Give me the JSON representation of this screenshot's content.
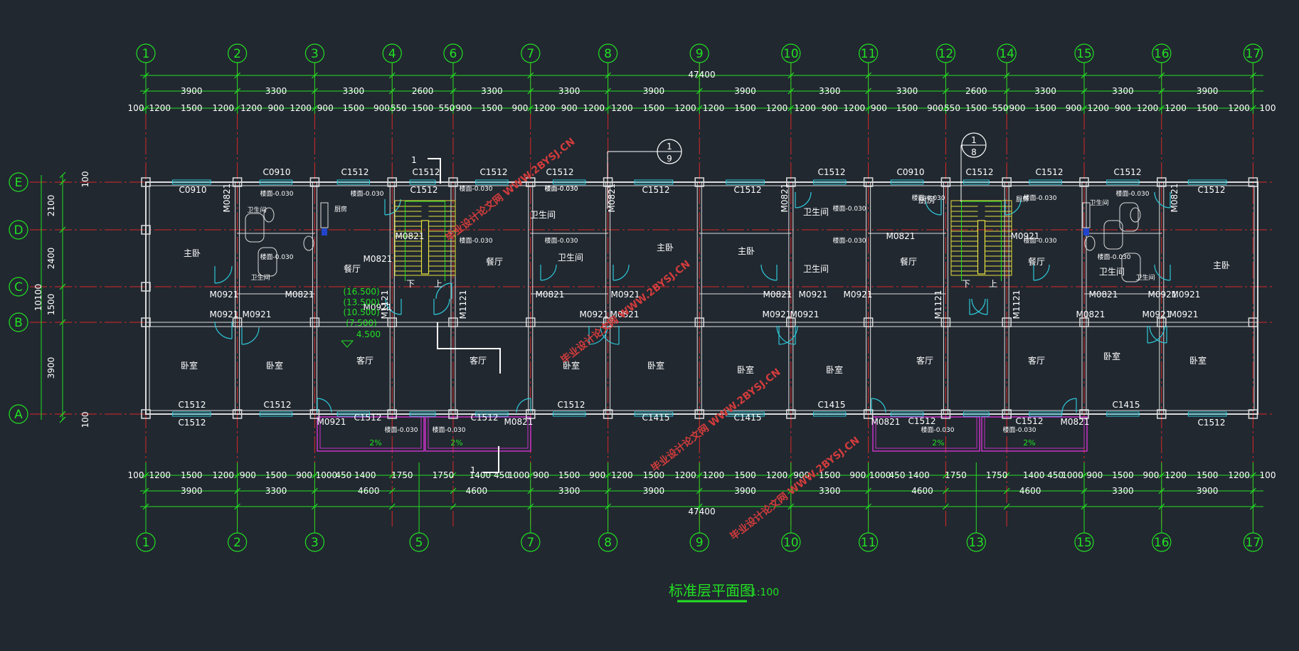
{
  "drawing": {
    "title": "标准层平面图",
    "scale": "1:100",
    "total_width": "47400",
    "total_depth": "10100",
    "watermark": "毕业设计论文网 WWW.2BYSJ.CN"
  },
  "grid_top": [
    "1",
    "2",
    "3",
    "4",
    "6",
    "7",
    "8",
    "9",
    "10",
    "11",
    "12",
    "14",
    "15",
    "16",
    "17"
  ],
  "grid_bottom": [
    "1",
    "2",
    "3",
    "5",
    "7",
    "8",
    "9",
    "10",
    "11",
    "13",
    "15",
    "16",
    "17"
  ],
  "grid_rows": [
    "E",
    "D",
    "C",
    "B",
    "A"
  ],
  "dims_top_row2": [
    "3900",
    "3300",
    "3300",
    "2600",
    "3300",
    "3300",
    "3900",
    "3900",
    "3300",
    "3300",
    "2600",
    "3300",
    "3300",
    "3900"
  ],
  "dims_top_row3": [
    "100",
    "1200",
    "1500",
    "1200",
    "1200",
    "900",
    "1200",
    "900",
    "1500",
    "900",
    "550",
    "1500",
    "550",
    "900",
    "1500",
    "900",
    "1200",
    "900",
    "1200",
    "1200",
    "1500",
    "1200",
    "1200",
    "1500",
    "1200",
    "1200",
    "900",
    "1200",
    "900",
    "1500",
    "900",
    "550",
    "1500",
    "550",
    "900",
    "1500",
    "900",
    "1200",
    "900",
    "1200",
    "1200",
    "1500",
    "1200",
    "100"
  ],
  "dims_bottom_row1": [
    "100",
    "1200",
    "1500",
    "1200",
    "900",
    "1500",
    "900",
    "1000",
    "450",
    "1400",
    "1750",
    "1750",
    "1400",
    "450",
    "1000",
    "900",
    "1500",
    "900",
    "1200",
    "1500",
    "1200",
    "1200",
    "1500",
    "1200",
    "900",
    "1500",
    "900",
    "1000",
    "450",
    "1400",
    "1750",
    "1750",
    "1400",
    "450",
    "1000",
    "900",
    "1500",
    "900",
    "1200",
    "1500",
    "1200",
    "100"
  ],
  "dims_bottom_row2": [
    "3900",
    "3300",
    "4600",
    "4600",
    "3300",
    "3900",
    "3900",
    "3300",
    "4600",
    "4600",
    "3300",
    "3900"
  ],
  "dims_left_outer": [
    "100",
    "2100",
    "2400",
    "1500",
    "3900",
    "100"
  ],
  "rooms": [
    "主卧",
    "餐厅",
    "餐厅",
    "主卧",
    "主卧",
    "餐厅",
    "餐厅",
    "主卧",
    "卧室",
    "卧室",
    "客厅",
    "客厅",
    "卧室",
    "卧室",
    "卧室",
    "卧室",
    "客厅",
    "客厅",
    "卧室",
    "卧室",
    "卫生间",
    "卫生间",
    "卫生间",
    "卫生间",
    "卫生间",
    "厨房"
  ],
  "small_rooms": [
    "卫生间",
    "卫生间",
    "厨房",
    "厨房",
    "卫生间",
    "卫生间"
  ],
  "windows": [
    "C0910",
    "C1512",
    "C1512",
    "C1512",
    "C1512",
    "C1512",
    "C0910",
    "C1512",
    "C1512",
    "C1512",
    "C0910",
    "C1512",
    "C1512",
    "C1512",
    "C1512",
    "C1512",
    "C1512",
    "C1512",
    "C1512",
    "C1512",
    "C1415",
    "C1415",
    "C1415",
    "C1415",
    "C1512",
    "C1512",
    "C1512",
    "C1512"
  ],
  "doors": [
    "M0821",
    "M0921",
    "M0921",
    "M0921",
    "M0821",
    "M0921",
    "M0821",
    "M1121",
    "M1121",
    "M0821",
    "M0921",
    "M0921",
    "M0821",
    "M0821",
    "M0921",
    "M0921",
    "M0921",
    "M0921",
    "M0821",
    "M0921",
    "M0821",
    "M0821",
    "M0921",
    "M1121",
    "M1121",
    "M0821",
    "M0921",
    "M0921",
    "M0921",
    "M0921",
    "M0821",
    "M0821",
    "M0821",
    "M0821",
    "M0821",
    "M0821"
  ],
  "floor_levels": [
    "楼面-0.030",
    "楼面-0.030",
    "楼面-0.030",
    "楼面-0.030",
    "楼面-0.030",
    "楼面-0.030",
    "楼面-0.030",
    "楼面-0.030",
    "楼面-0.030",
    "楼面-0.030",
    "楼面-0.030",
    "楼面-0.030",
    "楼面-0.030",
    "楼面-0.030",
    "楼面-0.030",
    "楼面-0.030",
    "楼面-0.030",
    "楼面-0.030",
    "楼面-0.030"
  ],
  "elevations": [
    "(16.500)",
    "(13.500)",
    "(10.500)",
    "(7.500)",
    "4.500"
  ],
  "slopes": [
    "2%",
    "2%",
    "2%",
    "2%"
  ],
  "stair_labels": [
    "下",
    "上",
    "下",
    "上"
  ],
  "section_marks": [
    "1",
    "1"
  ],
  "detail_refs": [
    {
      "num": "1",
      "sheet": "9"
    },
    {
      "num": "1",
      "sheet": "8"
    }
  ],
  "colors": {
    "background": "#212830",
    "grid": "#22e022",
    "axis": "#d82828",
    "wall": "#ffffff",
    "window": "#2ec8d8",
    "balcony": "#c832c8",
    "stair": "#e8e040",
    "text": "#ffffff",
    "watermark": "#d23c3c"
  }
}
